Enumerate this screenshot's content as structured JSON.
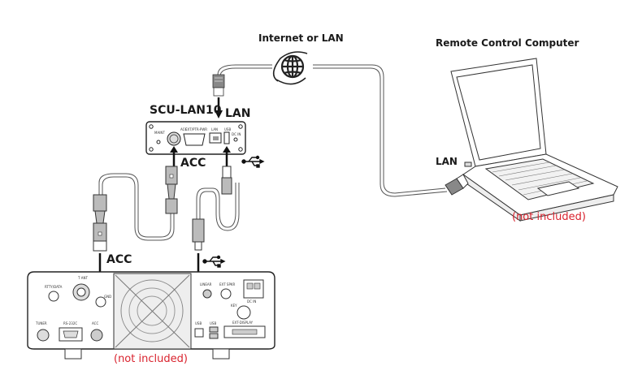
{
  "diagram": {
    "title_network": "Internet or LAN",
    "title_computer": "Remote Control Computer",
    "device_name": "SCU-LAN10",
    "labels": {
      "lan_top": "LAN",
      "acc_top": "ACC",
      "acc_bottom": "ACC",
      "lan_computer": "LAN"
    },
    "not_included": {
      "computer": "(not included)",
      "transceiver": "(not included)"
    },
    "scu_ports": [
      "MAINT",
      "ACC",
      "EXT/PTR-PWR",
      "LAN",
      "USB",
      "DC IN"
    ],
    "transceiver_ports": [
      "RTTY/DATA",
      "T ANT",
      "GND",
      "TUNER",
      "RS-232C",
      "ACC",
      "LINEAR",
      "EXT SPKR",
      "DC IN",
      "KEY",
      "USB",
      "USB",
      "EXT-DISPLAY"
    ],
    "icons": [
      "globe-icon",
      "usb-icon",
      "usb-icon"
    ],
    "colors": {
      "accent_red": "#d9232e",
      "line": "#222222",
      "cable_fill": "#b8b8b8"
    }
  }
}
